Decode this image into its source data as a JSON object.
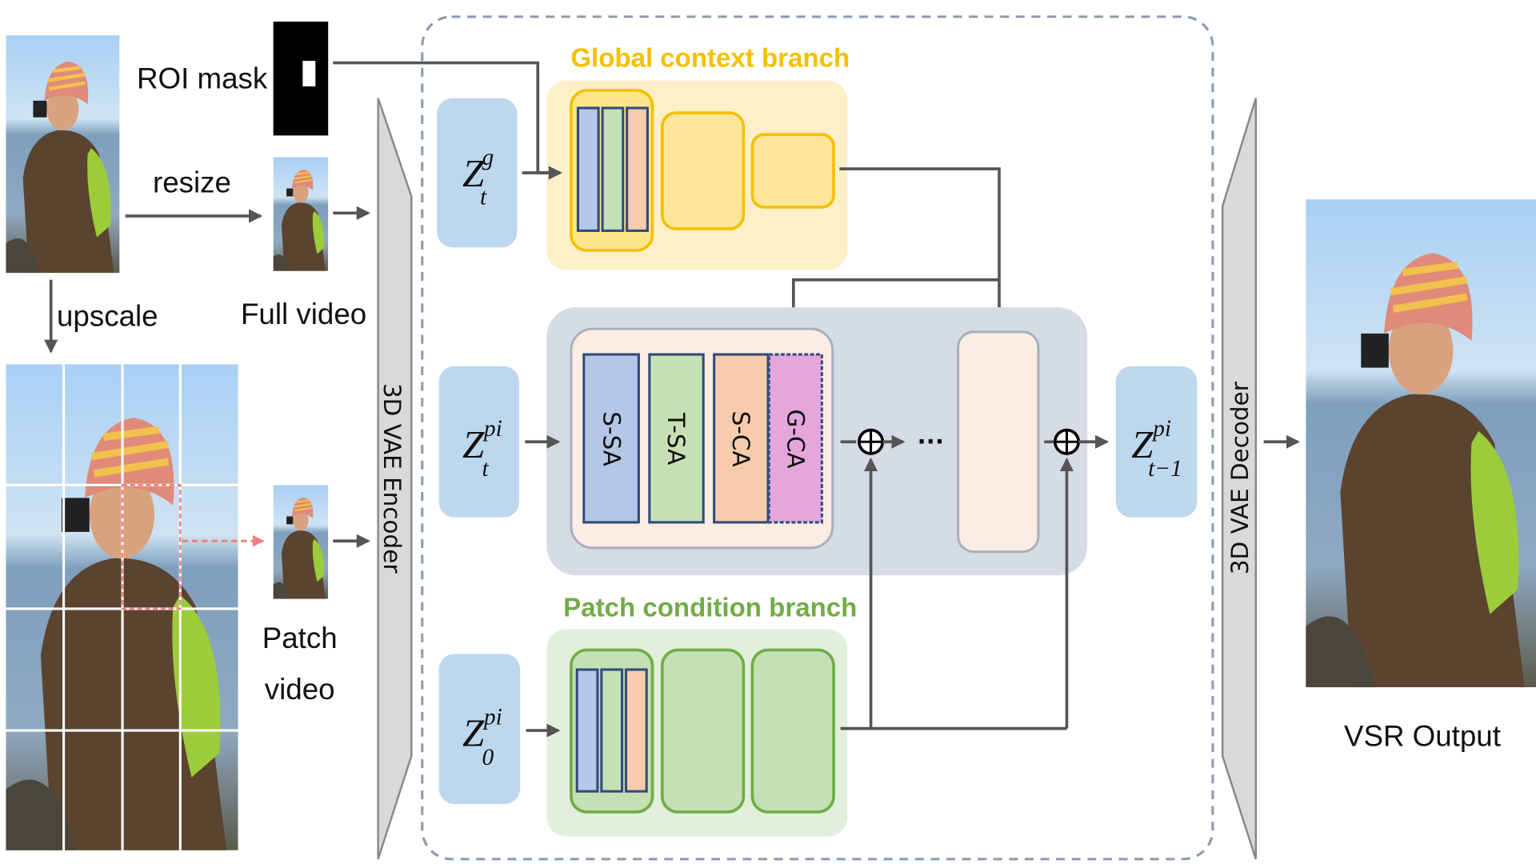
{
  "inputs": {
    "roi_mask_label": "ROI mask",
    "resize_label": "resize",
    "upscale_label": "upscale",
    "full_video_label": "Full video",
    "patch_video_label_line1": "Patch",
    "patch_video_label_line2": "video"
  },
  "encoder": {
    "label": "3D VAE Encoder"
  },
  "decoder": {
    "label": "3D VAE Decoder"
  },
  "global_branch": {
    "title": "Global context branch",
    "color": "#f5c000"
  },
  "patch_branch": {
    "title": "Patch condition branch",
    "color": "#70ad47"
  },
  "latents": {
    "global": {
      "base": "Z",
      "sup": "g",
      "sub": "t"
    },
    "patch": {
      "base": "Z",
      "sup": "pi",
      "sub": "t"
    },
    "condition": {
      "base": "Z",
      "sup": "pi",
      "sub": "0"
    },
    "output": {
      "base": "Z",
      "sup": "pi",
      "sub": "t−1"
    }
  },
  "main_block": {
    "layers": [
      "S-SA",
      "T-SA",
      "S-CA",
      "G-CA"
    ],
    "ellipsis": "···"
  },
  "output": {
    "label": "VSR Output"
  },
  "colors": {
    "latent": "#bdd7ee",
    "s_sa": "#b4c7e7",
    "t_sa": "#c6e0b4",
    "s_ca": "#f8cbad",
    "g_ca": "#e5a6dc",
    "main_bg": "#d6dce5"
  }
}
